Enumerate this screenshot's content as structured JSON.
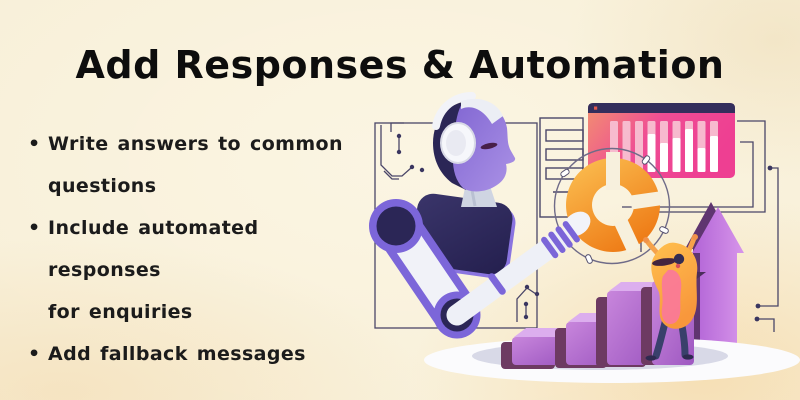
{
  "page": {
    "title": "Add Responses & Automation",
    "alt": "Robot with headphones at a laptop holding an orange donut chart; pink analytics window with bars; person climbing purple step blocks toward a rising violet arrow"
  },
  "icons": {
    "bullet_char": "•"
  },
  "bullets": [
    {
      "lines": [
        "Write answers to common",
        "questions"
      ]
    },
    {
      "lines": [
        "Include automated responses",
        "for enquiries"
      ]
    },
    {
      "lines": [
        "Add fallback messages"
      ]
    }
  ],
  "palette": {
    "background": "#f7eed5",
    "title_text": "#0d0d0d",
    "body_text": "#1b1b1b",
    "navy": "#332e5c",
    "purple": "#7c66d9",
    "robot_face": "#9378dd",
    "silver": "#eef0f6",
    "donut_orange": "#f59d23",
    "window_pink": "#ee4192",
    "bar_pink": "#f8c0d2",
    "arrow_violet": "#c379de",
    "step_purple": "#b777d2",
    "step_side": "#6f3c63",
    "hair_orange": "#ffb144",
    "hair_pink": "#f9789b",
    "shadow": "#dcdcea",
    "line": "#4a4668"
  }
}
